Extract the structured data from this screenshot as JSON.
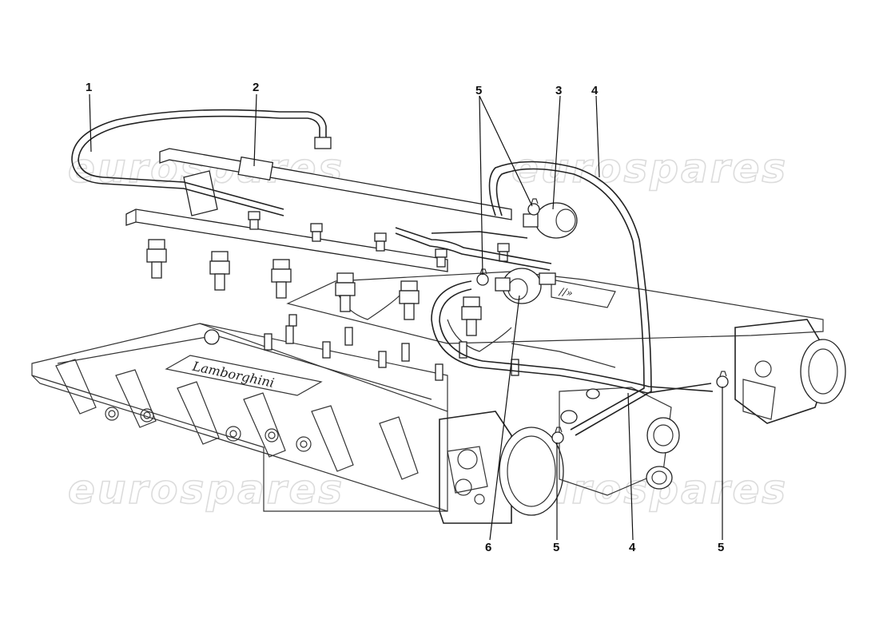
{
  "watermark": {
    "text": "eurospares"
  },
  "manifold": {
    "brand_text": "Lamborghini"
  },
  "callouts": {
    "c1": "1",
    "c2": "2",
    "c3": "3",
    "c4_top": "4",
    "c5_top": "5",
    "c6": "6",
    "c5_mid": "5",
    "c4_bottom": "4",
    "c5_right": "5"
  }
}
